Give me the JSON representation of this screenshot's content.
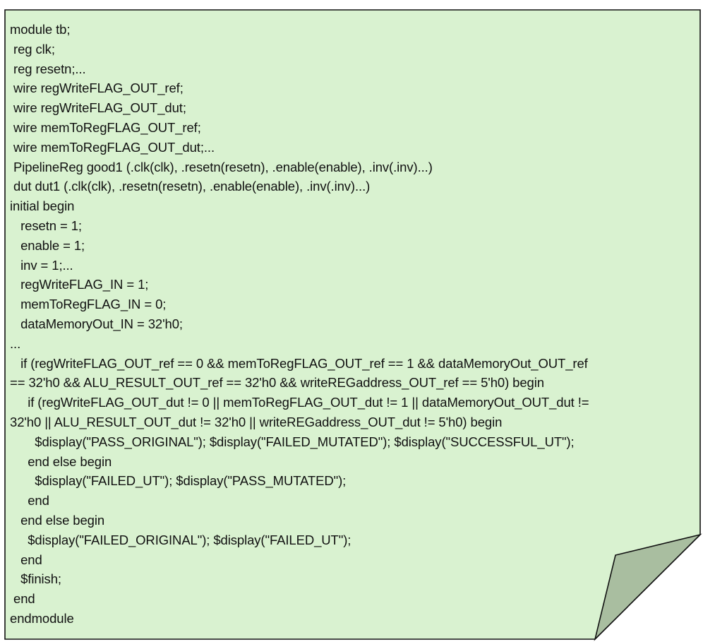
{
  "colors": {
    "paper": "#d9f2d0",
    "fold": "#a9bea0",
    "outline": "#111111",
    "text": "#111111"
  },
  "code_lines": [
    "module tb;",
    " reg clk;",
    " reg resetn;...",
    " wire regWriteFLAG_OUT_ref;",
    " wire regWriteFLAG_OUT_dut;",
    " wire memToRegFLAG_OUT_ref;",
    " wire memToRegFLAG_OUT_dut;...",
    " PipelineReg good1 (.clk(clk), .resetn(resetn), .enable(enable), .inv(.inv)...)",
    " dut dut1 (.clk(clk), .resetn(resetn), .enable(enable), .inv(.inv)...)",
    "initial begin",
    "   resetn = 1;",
    "   enable = 1;",
    "   inv = 1;...",
    "   regWriteFLAG_IN = 1;",
    "   memToRegFLAG_IN = 0;",
    "   dataMemoryOut_IN = 32'h0;",
    "...",
    "   if (regWriteFLAG_OUT_ref == 0 && memToRegFLAG_OUT_ref == 1 && dataMemoryOut_OUT_ref",
    "== 32'h0 && ALU_RESULT_OUT_ref == 32'h0 && writeREGaddress_OUT_ref == 5'h0) begin",
    "     if (regWriteFLAG_OUT_dut != 0 || memToRegFLAG_OUT_dut != 1 || dataMemoryOut_OUT_dut !=",
    "32'h0 || ALU_RESULT_OUT_dut != 32'h0 || writeREGaddress_OUT_dut != 5'h0) begin",
    "       $display(\"PASS_ORIGINAL\"); $display(\"FAILED_MUTATED\"); $display(\"SUCCESSFUL_UT\");",
    "     end else begin",
    "       $display(\"FAILED_UT\"); $display(\"PASS_MUTATED\");",
    "     end",
    "   end else begin",
    "     $display(\"FAILED_ORIGINAL\"); $display(\"FAILED_UT\");",
    "   end",
    "   $finish;",
    " end",
    "endmodule"
  ]
}
